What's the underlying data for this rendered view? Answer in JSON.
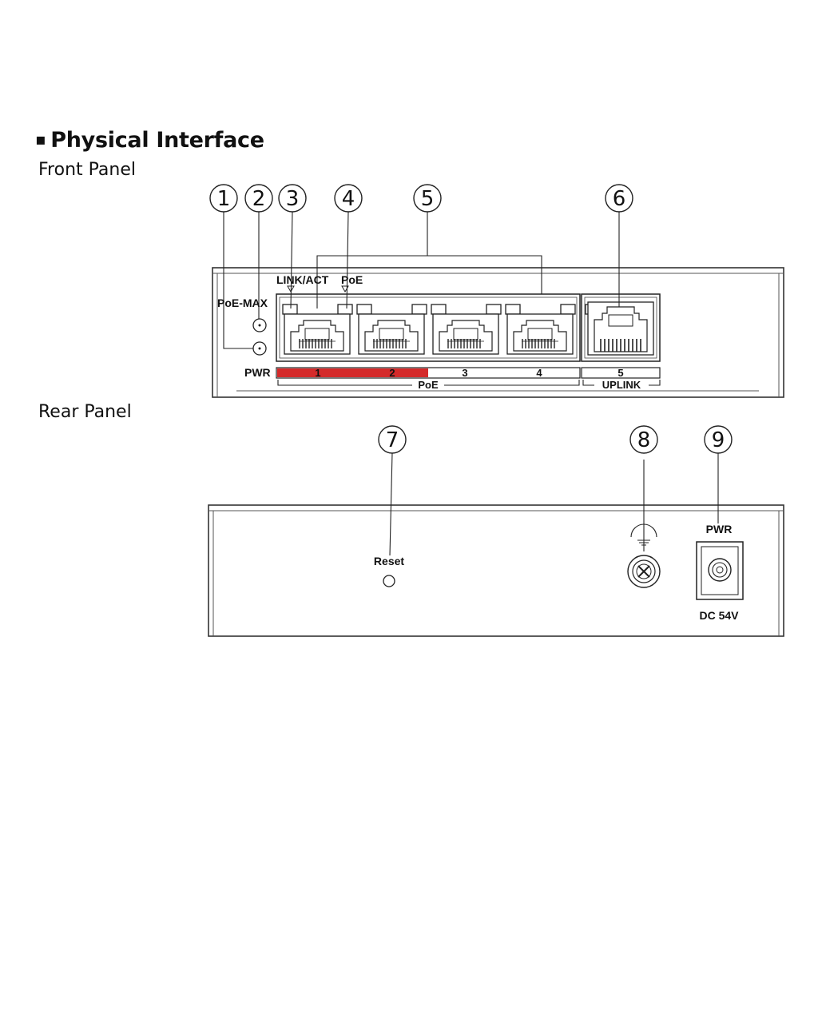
{
  "header": {
    "bullet": "▪",
    "title": "Physical Interface"
  },
  "front_panel": {
    "label": "Front Panel",
    "callouts": [
      "1",
      "2",
      "3",
      "4",
      "5",
      "6"
    ],
    "led_labels": {
      "link_act": "LINK/ACT",
      "poe": "PoE",
      "poe_max": "PoE-MAX",
      "pwr": "PWR"
    },
    "ports": [
      {
        "number": "1",
        "highlighted": true
      },
      {
        "number": "2",
        "highlighted": true
      },
      {
        "number": "3",
        "highlighted": false
      },
      {
        "number": "4",
        "highlighted": false
      },
      {
        "number": "5",
        "highlighted": false
      }
    ],
    "group_labels": {
      "poe": "PoE",
      "uplink": "UPLINK"
    },
    "highlight_color": "#d42a2a"
  },
  "rear_panel": {
    "label": "Rear Panel",
    "callouts": [
      "7",
      "8",
      "9"
    ],
    "reset_label": "Reset",
    "pwr_label": "PWR",
    "dc_label": "DC 54V"
  }
}
